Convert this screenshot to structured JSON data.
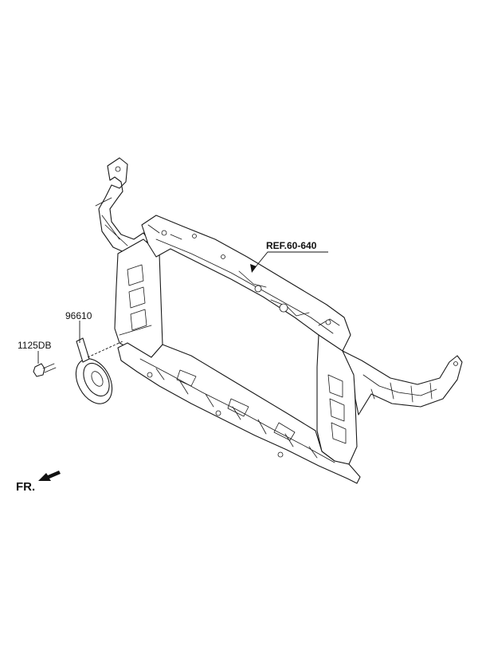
{
  "callouts": {
    "ref": "REF.60-640",
    "part_1": "96610",
    "part_2": "1125DB"
  },
  "orientation": {
    "label": "FR."
  },
  "colors": {
    "line": "#1a1a1a",
    "background": "#ffffff"
  }
}
